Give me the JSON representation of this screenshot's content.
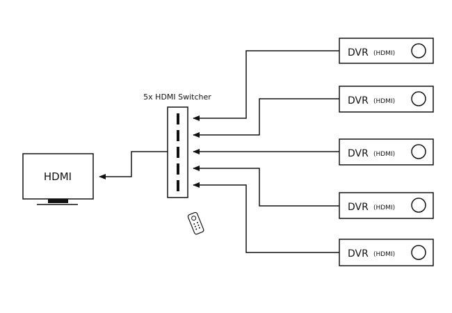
{
  "switcher": {
    "label": "5x HDMI Switcher",
    "port_count": 5
  },
  "tv": {
    "label": "HDMI"
  },
  "remote": {
    "icon": "remote-control-icon"
  },
  "dvrs": [
    {
      "label": "DVR",
      "port_label": "(HDMI)"
    },
    {
      "label": "DVR",
      "port_label": "(HDMI)"
    },
    {
      "label": "DVR",
      "port_label": "(HDMI)"
    },
    {
      "label": "DVR",
      "port_label": "(HDMI)"
    },
    {
      "label": "DVR",
      "port_label": "(HDMI)"
    }
  ],
  "colors": {
    "line": "#111111",
    "background": "#ffffff"
  }
}
